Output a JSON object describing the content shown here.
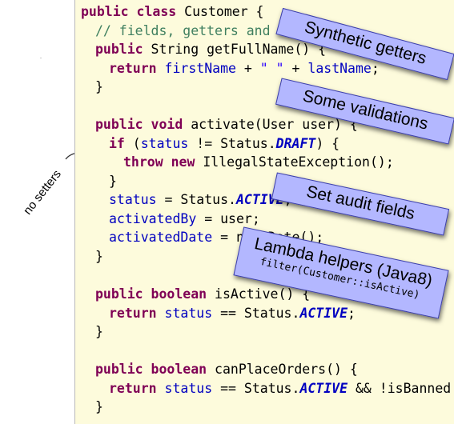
{
  "code": {
    "line1": {
      "kw1": "public class",
      "rest": " Customer {"
    },
    "line2": {
      "comment": "// fields, getters and setters"
    },
    "line3": {
      "kw": "public",
      "rest": " String getFullName() {"
    },
    "line4": {
      "kw": "return",
      "f1": "firstName",
      "op1": " + ",
      "str": "\" \"",
      "op2": " + ",
      "f2": "lastName",
      "end": ";"
    },
    "line5": {
      "text": "}"
    },
    "line6": {
      "kw": "public void",
      "rest": " activate(User user) {"
    },
    "line7": {
      "kw": "if",
      "p1": " (",
      "field": "status",
      "p2": " != Status.",
      "const": "DRAFT",
      "p3": ") {"
    },
    "line8": {
      "kw": "throw new",
      "rest": " IllegalStateException();"
    },
    "line9": {
      "text": "}"
    },
    "line10": {
      "field": "status",
      "p1": " = Status.",
      "const": "ACTIVE",
      "end": ";"
    },
    "line11": {
      "field": "activatedBy",
      "rest": " = user;"
    },
    "line12": {
      "field": "activatedDate",
      "rest": " = new Date();"
    },
    "line13": {
      "text": "}"
    },
    "line14": {
      "kw": "public boolean",
      "rest": " isActive() {"
    },
    "line15": {
      "kw": "return",
      "f1": " status",
      "p1": " == Status.",
      "const": "ACTIVE",
      "end": ";"
    },
    "line16": {
      "text": "}"
    },
    "line17": {
      "kw": "public boolean",
      "rest": " canPlaceOrders() {"
    },
    "line18": {
      "kw": "return",
      "f1": " status",
      "p1": " == Status.",
      "const": "ACTIVE",
      "rest": " && !isBanned"
    },
    "line19": {
      "text": "}"
    }
  },
  "callouts": {
    "synthetic_getters": "Synthetic getters",
    "some_validations": "Some validations",
    "set_audit_fields": "Set audit fields",
    "lambda_helpers": "Lambda helpers (Java8)",
    "lambda_helpers_code": "filter(Customer::isActive)"
  },
  "side_note": "no setters",
  "colors": {
    "code_background": "#fdfbdc",
    "keyword": "#7f0055",
    "field": "#0000c0",
    "comment": "#3f7f5f",
    "string": "#2a00ff",
    "callout_fill": "#b3b7ff",
    "callout_border": "#3c3fa8"
  },
  "icons": {
    "arrow": "curved-arrow-icon"
  }
}
